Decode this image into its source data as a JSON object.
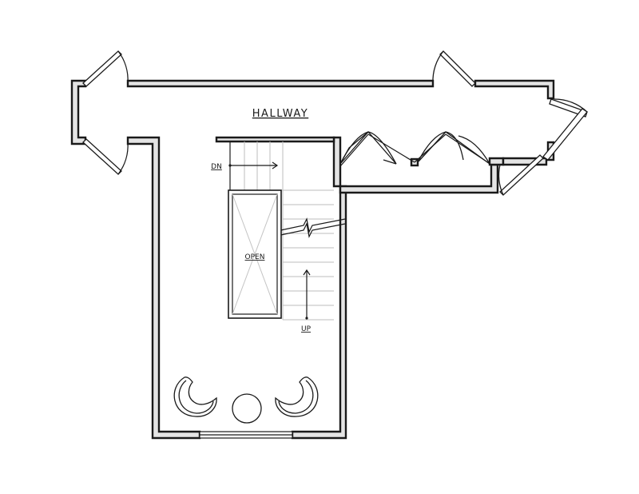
{
  "labels": {
    "room": "HALLWAY",
    "open": "OPEN",
    "down": "DN",
    "up": "UP"
  },
  "colors": {
    "wall_fill": "#e4e4e4",
    "line": "#1a1a1a",
    "tread": "#bdbdbd",
    "background": "#ffffff"
  }
}
